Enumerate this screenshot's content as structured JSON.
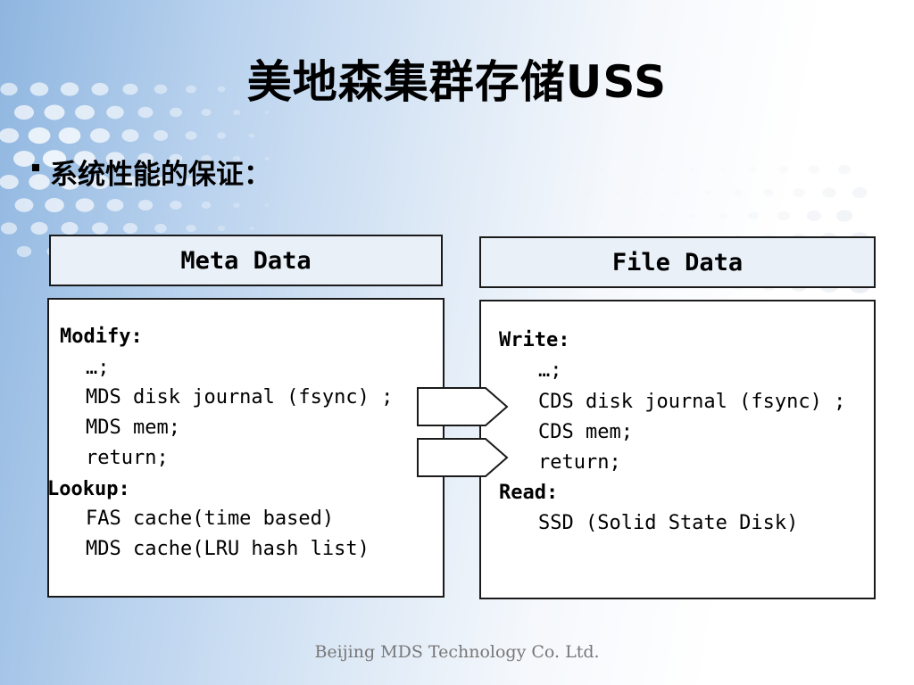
{
  "slide": {
    "title": "美地森集群存储USS",
    "bullet": "系统性能的保证：",
    "meta": {
      "header": "Meta Data",
      "lines": {
        "l1": "Modify:",
        "l2": "…;",
        "l3": "MDS disk journal (fsync) ;",
        "l4": "MDS mem;",
        "l5": "return;",
        "l6": "Lookup:",
        "l7": "FAS cache(time based)",
        "l8": "MDS cache(LRU hash list)"
      }
    },
    "file": {
      "header": "File Data",
      "lines": {
        "l1": "Write:",
        "l2": "…;",
        "l3": "CDS disk journal (fsync) ;",
        "l4": "CDS mem;",
        "l5": "return;",
        "l6": "Read:",
        "l7": "SSD (Solid State Disk)"
      }
    },
    "footer": "Beijing MDS Technology Co. Ltd."
  },
  "colors": {
    "background_left": "#8fb6e0",
    "background_right": "#ffffff",
    "header_fill": "#e9f0f8",
    "border": "#1a1a1a",
    "footer_text": "#777777"
  }
}
